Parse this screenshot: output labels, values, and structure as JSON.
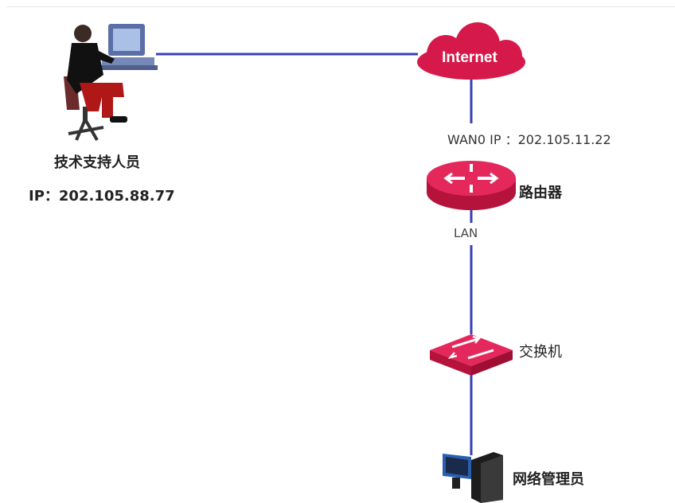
{
  "nodes": {
    "tech_support": {
      "name": "技术支持人员",
      "ip": "IP：202.105.88.77",
      "icon": "person-at-computer-icon"
    },
    "internet": {
      "label": "Internet",
      "icon": "cloud-icon",
      "color": "#d5194a"
    },
    "router": {
      "label": "路由器",
      "wan_label": "WAN0 IP ：202.105.11.22",
      "lan_label": "LAN",
      "icon": "router-icon",
      "color": "#d5194a"
    },
    "switch": {
      "label": "交换机",
      "icon": "switch-icon",
      "color": "#d5194a"
    },
    "admin": {
      "label": "网络管理员",
      "icon": "desktop-computer-icon"
    }
  },
  "colors": {
    "link": "#3340b4",
    "device": "#d5194a"
  }
}
